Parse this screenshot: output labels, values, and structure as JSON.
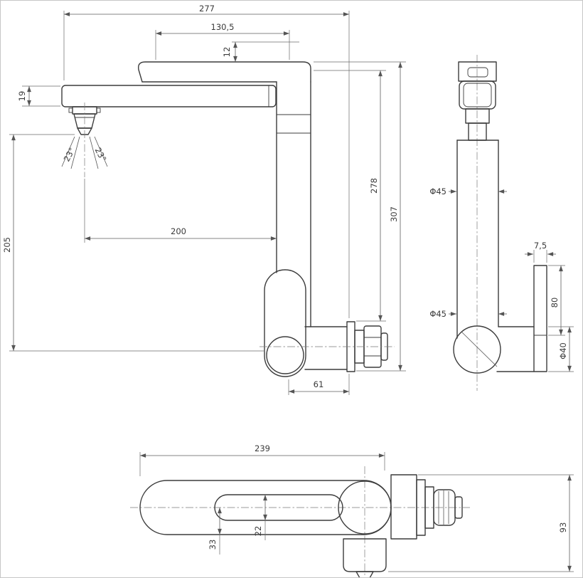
{
  "drawing": {
    "type": "faucet-technical-drawing",
    "background": "#ffffff",
    "line_color": "#3c3c3c",
    "dim_color": "#5c5c5c",
    "views": [
      "front",
      "side",
      "top"
    ],
    "dims": {
      "front": {
        "overall_width": "277",
        "lever_length": "130,5",
        "lever_drop": "12",
        "spout_thickness": "19",
        "spray_angle_left": "23°",
        "spray_angle_right": "23°",
        "spray_height": "205",
        "spout_reach": "200",
        "upper_height": "278",
        "total_height": "307",
        "wall_clearance": "61"
      },
      "side": {
        "upper_diameter": "Φ45",
        "lower_diameter": "Φ45",
        "plate_thickness": "7,5",
        "plate_height": "80",
        "outlet_diameter": "Φ40"
      },
      "top": {
        "lever_length": "239",
        "handle_offset": "33",
        "slot_width": "22",
        "total_depth": "93"
      }
    }
  }
}
